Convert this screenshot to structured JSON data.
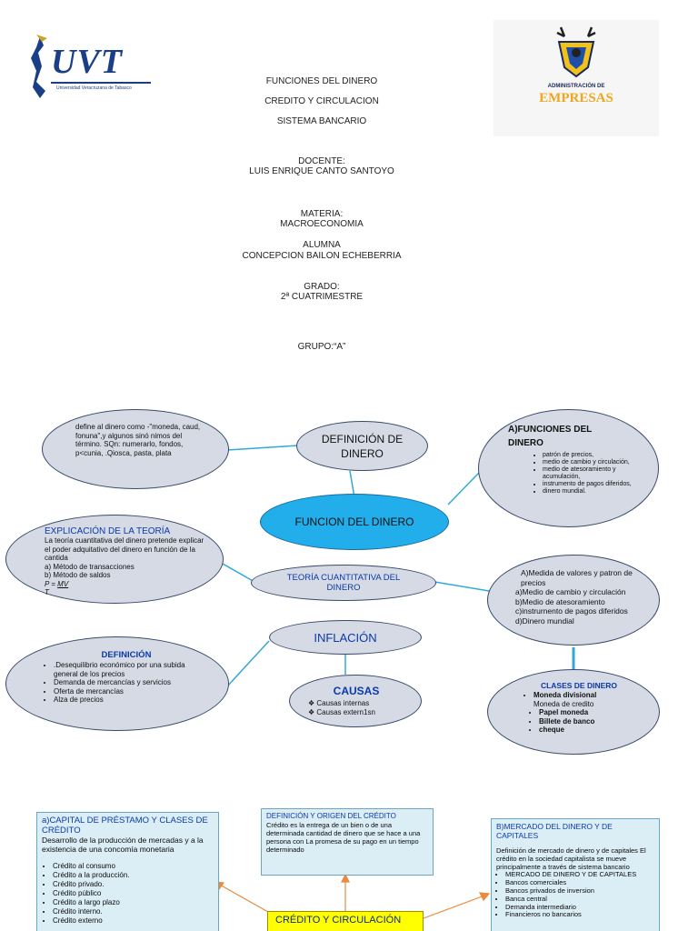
{
  "header": {
    "uvt_logo_text": "UVT",
    "uvt_logo_sub": "Universidad Veracruzana de Tabasco",
    "adm_logo_line1": "ADMINISTRACIÓN DE",
    "adm_logo_line2": "EMPRESAS",
    "lines": [
      "FUNCIONES DEL DINERO",
      "CREDITO Y CIRCULACION",
      "SISTEMA BANCARIO",
      "DOCENTE:",
      "LUIS ENRIQUE CANTO SANTOYO",
      "MATERIA:",
      "MACROECONOMIA",
      "ALUMNA",
      "CONCEPCION BAILON ECHEBERRIA",
      "GRADO:",
      "2ª CUATRIMESTRE",
      "GRUPO:“A”"
    ]
  },
  "map": {
    "center": "FUNCION DEL DINERO",
    "definicion_title": "DEFINICIÓN DE DINERO",
    "definicion_text": "define al dinero como -\"moneda, caud, fonuna\",y algunos sinó nimos del término. SQn: numerarlo, fondos, p<cunia, .Qiosca, pasta, plata",
    "funciones_title": "A)FUNCIONES DEL DINERO",
    "funciones_items": [
      "patrón de precios,",
      "medio de cambio y circulación,",
      "medio de atesoramiento y acumulación,",
      "instrumento de pagos diferidos,",
      "dinero mundial."
    ],
    "teoria_title": "TEORÍA CUANTITATIVA DEL DINERO",
    "explicacion_title": "EXPLICACIÓN DE LA TEORÍA",
    "explicacion_text": "La teoría cuantitativa del dinero pretende explicar el poder adquitativo del dinero en función de la cantida",
    "explicacion_a": "a)    Método de transacciones",
    "explicacion_b": "b) Método de saldos",
    "formula_p": "P =",
    "formula_mv": "MV",
    "formula_t": "T",
    "medida_items": [
      "A)Medida de valores y patron de precios",
      "a)Medio de cambio y circulación",
      "b)Medio de atesoramiento",
      "c)instrurnento de pagos diferidos",
      "d)Dinero mundial"
    ],
    "inflacion": "INFLACIÓN",
    "def_title": "DEFINICIÓN",
    "def_items": [
      ".Desequilibrio económico  por una subida general de los precios",
      "Demanda de mercancías y servicios",
      "Oferta de mercancías",
      "Alza de precios"
    ],
    "causas_title": "CAUSAS",
    "causas_items": [
      "Causas internas",
      "Causas extern1sn"
    ],
    "clases_title": "CLASES DE DINERO",
    "clases_items": [
      "Moneda divisional",
      "Moneda de credito",
      "Papel moneda",
      "Billete de banco",
      "cheque"
    ]
  },
  "credito": {
    "capital_title": "a)CAPITAL DE PRÉSTAMO Y CLASES DE CRÉDITO",
    "capital_text": "Desarrollo de la producción de mercadas y a la existencia de una concomía monetaria",
    "capital_items": [
      "Crédito al consumo",
      "Crédito a la producción.",
      "Crédito privado.",
      "Crédito público",
      "Crédito a largo plazo",
      "Crédito interno.",
      "Crédito externo"
    ],
    "origen_title": "DEFINICIÓN Y ORIGEN DEL CRÉDITO",
    "origen_text": "Crédito es la entrega de un bien o de una determinada cantidad de dinero que se hace a una persona con La promesa de su pago en un tiempo determinado",
    "mercado_title": "B)MERCADO DEL DINERO Y DE CAPITALES",
    "mercado_text": "Definición de mercado de dinero y de capitales El crédito en la sociedad capitalista se mueve principalmente a través de sistema bancario",
    "mercado_items": [
      "MERCADO DE DINERO Y DE CAPITALES",
      "Bancos comerciales",
      "Bancos privados de inversion",
      "Banca central",
      "Demanda intermediario",
      "Financieros no bancarios"
    ],
    "center_box": "CRÉDITO Y CIRCULACIÓN"
  },
  "colors": {
    "ellipse_fill": "#d5dae5",
    "center_fill": "#22aeea",
    "connector": "#33a8d8",
    "box_fill": "#dbeef6",
    "yellow": "#ffff00",
    "arrow": "#e88a40"
  }
}
